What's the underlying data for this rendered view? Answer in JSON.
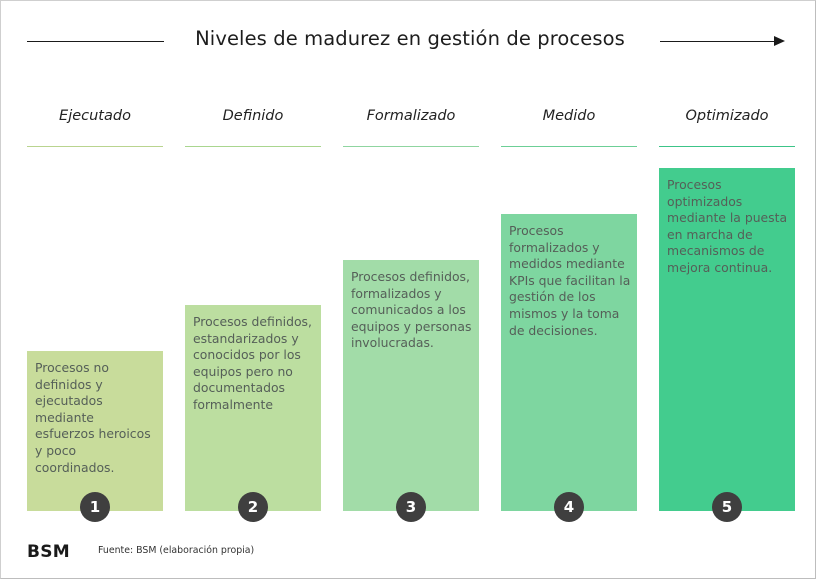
{
  "title": "Niveles de madurez en gestión de procesos",
  "levels": [
    {
      "number": "1",
      "label": "Ejecutado",
      "description": "Procesos no definidos y ejecutados mediante esfuerzos heroicos y poco coordinados.",
      "color": "#c8dc9b",
      "line_color": "#b9d48f"
    },
    {
      "number": "2",
      "label": "Definido",
      "description": "Procesos definidos, estandarizados y conocidos por los equipos pero no documentados formalmente",
      "color": "#bcdea0",
      "line_color": "#a9d68f"
    },
    {
      "number": "3",
      "label": "Formalizado",
      "description": "Procesos definidos, formalizados y comunicados a los equipos y personas involucradas.",
      "color": "#a2dca8",
      "line_color": "#8fd5a0"
    },
    {
      "number": "4",
      "label": "Medido",
      "description": "Procesos formalizados y medidos mediante KPIs que facilitan la gestión de los mismos y la toma de decisiones.",
      "color": "#7ed6a0",
      "line_color": "#6ccf96"
    },
    {
      "number": "5",
      "label": "Optimizado",
      "description": "Procesos optimizados mediante la puesta en marcha de mecanismos de mejora continua.",
      "color": "#43cc8e",
      "line_color": "#3cc488"
    }
  ],
  "footer": {
    "logo": "BSM",
    "source": "Fuente: BSM (elaboración propia)"
  },
  "colors": {
    "circle": "#3f3f3f",
    "text": "#555f58"
  }
}
